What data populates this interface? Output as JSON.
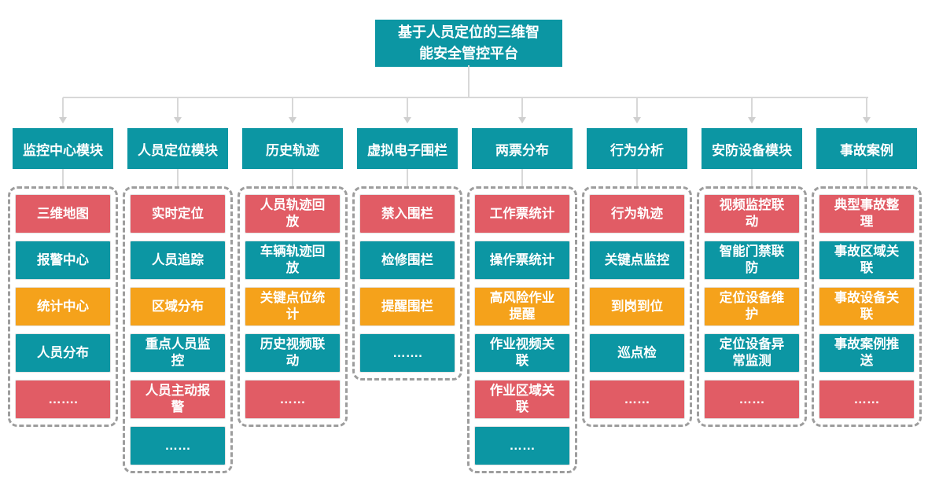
{
  "root": {
    "title": "基于人员定位的三维智能安全管控平台"
  },
  "colors": {
    "teal": "#0C96A3",
    "red": "#E15C65",
    "orange": "#F5A21B",
    "line": "#D8D8D8",
    "arrow": "#CFCFCF",
    "dash": "#9D9D9D"
  },
  "modules": [
    {
      "label": "监控中心模块",
      "items": [
        {
          "label": "三维地图",
          "color": "red"
        },
        {
          "label": "报警中心",
          "color": "teal"
        },
        {
          "label": "统计中心",
          "color": "orange"
        },
        {
          "label": "人员分布",
          "color": "teal"
        },
        {
          "label": "…….",
          "color": "red"
        }
      ]
    },
    {
      "label": "人员定位模块",
      "items": [
        {
          "label": "实时定位",
          "color": "red"
        },
        {
          "label": "人员追踪",
          "color": "teal"
        },
        {
          "label": "区域分布",
          "color": "orange"
        },
        {
          "label": "重点人员监控",
          "color": "teal"
        },
        {
          "label": "人员主动报警",
          "color": "red"
        },
        {
          "label": "……",
          "color": "teal"
        }
      ]
    },
    {
      "label": "历史轨迹",
      "items": [
        {
          "label": "人员轨迹回放",
          "color": "red"
        },
        {
          "label": "车辆轨迹回放",
          "color": "teal"
        },
        {
          "label": "关键点位统计",
          "color": "orange"
        },
        {
          "label": "历史视频联动",
          "color": "teal"
        },
        {
          "label": "……",
          "color": "red"
        }
      ]
    },
    {
      "label": "虚拟电子围栏",
      "items": [
        {
          "label": "禁入围栏",
          "color": "red"
        },
        {
          "label": "检修围栏",
          "color": "teal"
        },
        {
          "label": "提醒围栏",
          "color": "orange"
        },
        {
          "label": "…….",
          "color": "teal"
        }
      ]
    },
    {
      "label": "两票分布",
      "items": [
        {
          "label": "工作票统计",
          "color": "red"
        },
        {
          "label": "操作票统计",
          "color": "teal"
        },
        {
          "label": "高风险作业提醒",
          "color": "orange"
        },
        {
          "label": "作业视频关联",
          "color": "teal"
        },
        {
          "label": "作业区域关联",
          "color": "red"
        },
        {
          "label": "……",
          "color": "teal"
        }
      ]
    },
    {
      "label": "行为分析",
      "items": [
        {
          "label": "行为轨迹",
          "color": "red"
        },
        {
          "label": "关键点监控",
          "color": "teal"
        },
        {
          "label": "到岗到位",
          "color": "orange"
        },
        {
          "label": "巡点检",
          "color": "teal"
        },
        {
          "label": "……",
          "color": "red"
        }
      ]
    },
    {
      "label": "安防设备模块",
      "items": [
        {
          "label": "视频监控联动",
          "color": "red"
        },
        {
          "label": "智能门禁联防",
          "color": "teal"
        },
        {
          "label": "定位设备维护",
          "color": "orange"
        },
        {
          "label": "定位设备异常监测",
          "color": "teal"
        },
        {
          "label": "……",
          "color": "red"
        }
      ]
    },
    {
      "label": "事故案例",
      "items": [
        {
          "label": "典型事故整理",
          "color": "red"
        },
        {
          "label": "事故区域关联",
          "color": "teal"
        },
        {
          "label": "事故设备关联",
          "color": "orange"
        },
        {
          "label": "事故案例推送",
          "color": "teal"
        },
        {
          "label": "……",
          "color": "red"
        }
      ]
    }
  ]
}
